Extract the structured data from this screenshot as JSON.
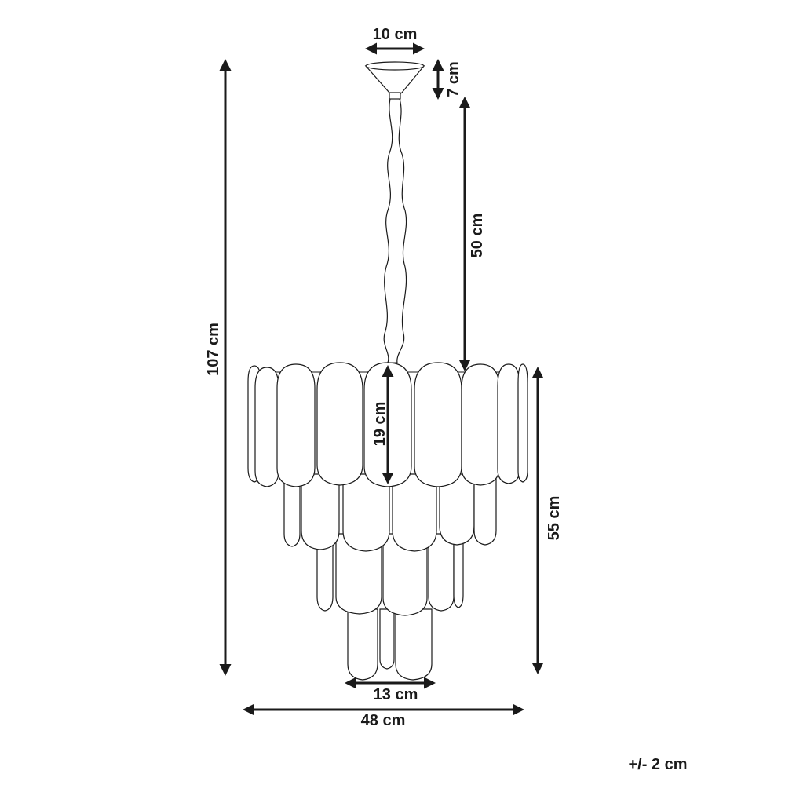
{
  "dimensions": {
    "canopy_width": "10 cm",
    "canopy_height": "7 cm",
    "chain_length": "50 cm",
    "total_height": "107 cm",
    "top_tier_height": "19 cm",
    "body_height": "55 cm",
    "bottom_width": "13 cm",
    "overall_width": "48 cm"
  },
  "tolerance": "+/- 2 cm",
  "colors": {
    "line": "#1a1a1a",
    "background": "#ffffff"
  }
}
